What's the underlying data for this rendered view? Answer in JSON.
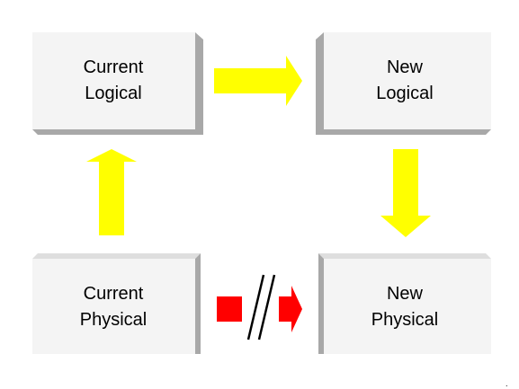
{
  "boxes": {
    "current_logical": {
      "line1": "Current",
      "line2": "Logical"
    },
    "new_logical": {
      "line1": "New",
      "line2": "Logical"
    },
    "current_physical": {
      "line1": "Current",
      "line2": "Physical"
    },
    "new_physical": {
      "line1": "New",
      "line2": "Physical"
    }
  },
  "colors": {
    "box_face": "#f4f4f4",
    "box_shadow": "#a8a8a8",
    "box_light": "#dedede",
    "arrow_yellow": "#ffff00",
    "arrow_red": "#ff0000",
    "break_lines": "#000000"
  }
}
